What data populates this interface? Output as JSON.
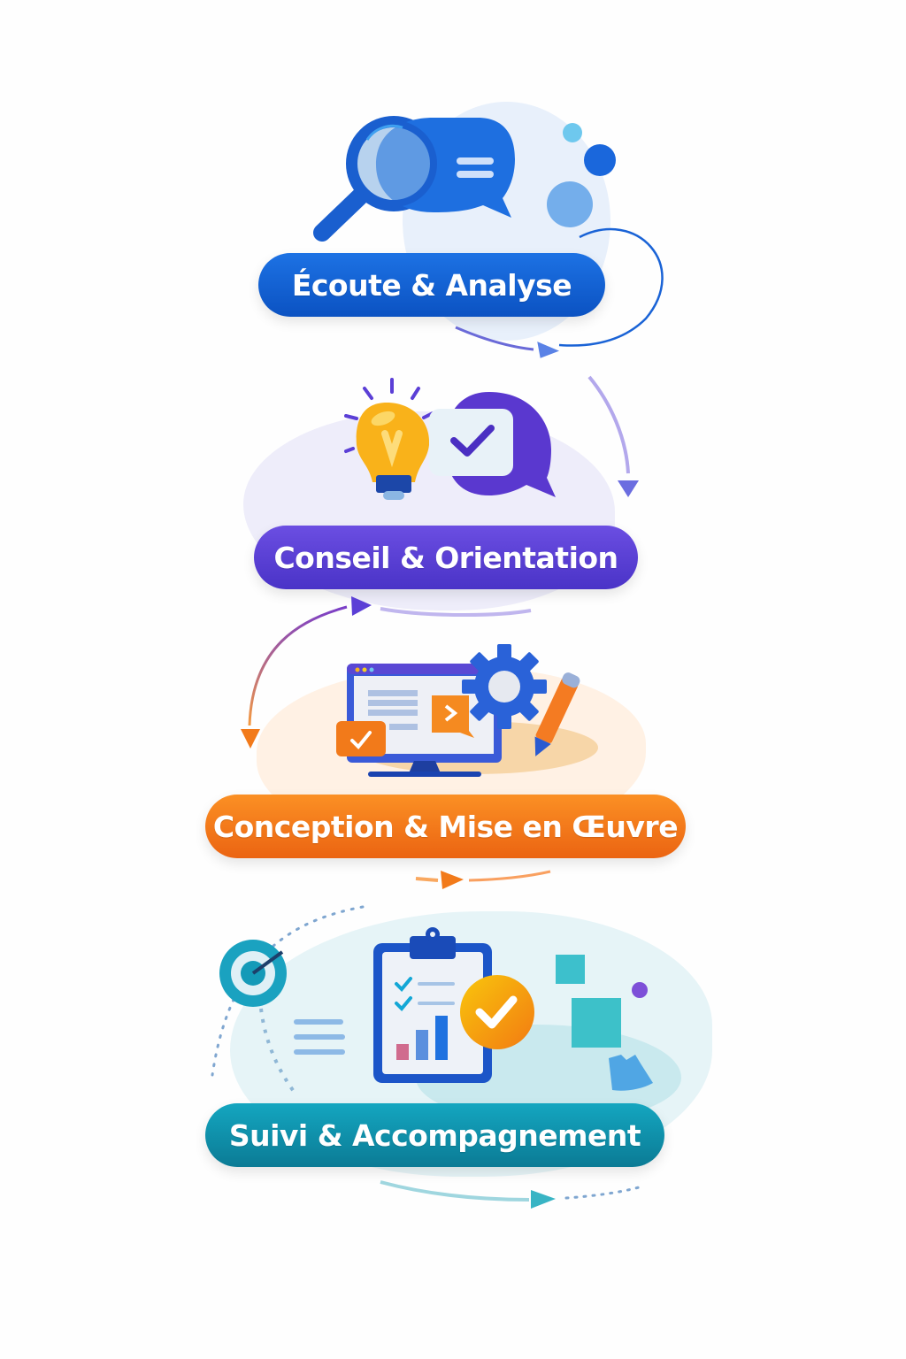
{
  "diagram": {
    "type": "vertical-process-flow",
    "steps": [
      {
        "order": 1,
        "label": "Écoute & Analyse",
        "color": "#1565d8",
        "icons": [
          "magnifier-icon",
          "chat-bubble-icon",
          "dots-icon"
        ]
      },
      {
        "order": 2,
        "label": "Conseil & Orientation",
        "color": "#5b3fd6",
        "icons": [
          "lightbulb-icon",
          "chat-check-icon"
        ]
      },
      {
        "order": 3,
        "label": "Conception & Mise en Œuvre",
        "color": "#f27a1a",
        "icons": [
          "monitor-icon",
          "gear-icon",
          "pencil-icon",
          "check-card-icon"
        ]
      },
      {
        "order": 4,
        "label": "Suivi & Accompagnement",
        "color": "#0f96ad",
        "icons": [
          "target-icon",
          "clipboard-chart-icon",
          "check-badge-icon",
          "squares-icon"
        ]
      }
    ],
    "connectors": [
      {
        "from": 1,
        "to": 2,
        "style": "curved-arrow"
      },
      {
        "from": 2,
        "to": 3,
        "style": "curved-arrow"
      },
      {
        "from": 3,
        "to": 4,
        "style": "curved-arrow"
      },
      {
        "from": 4,
        "to": null,
        "style": "dotted-arrow"
      }
    ]
  }
}
